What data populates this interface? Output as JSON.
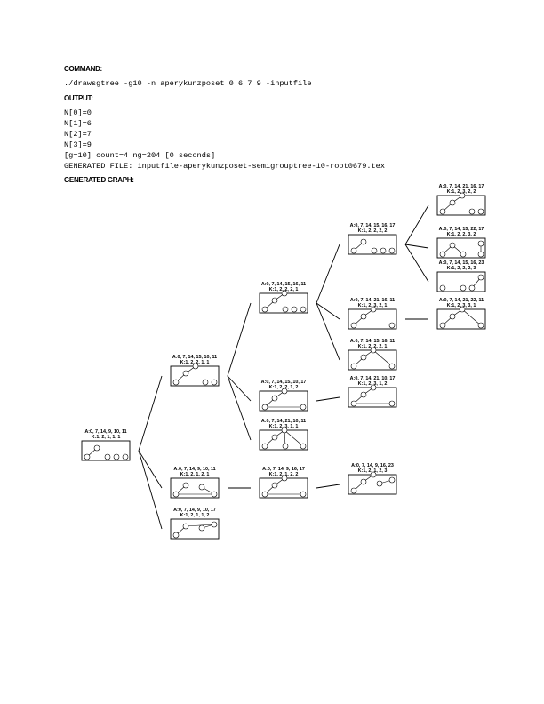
{
  "command_label": "COMMAND:",
  "command": "./drawsgtree -g10 -n aperykunzposet 0 6 7 9 -inputfile",
  "output_label": "OUTPUT:",
  "output_lines": [
    "N[0]=0",
    "N[1]=6",
    "N[2]=7",
    "N[3]=9"
  ],
  "summary_line": "[g=10] count=4 ng=204 [0 seconds]",
  "generated_file": "GENERATED FILE: inputfile-aperykunzposet-semigrouptree-10-root0679.tex",
  "graph_label": "GENERATED GRAPH:",
  "nodes": [
    {
      "id": "n0",
      "a": "A:0, 7, 14, 9, 10, 11",
      "k": "K:1, 2, 1, 1, 1"
    },
    {
      "id": "n1",
      "a": "A:0, 7, 14, 15, 10, 11",
      "k": "K:1, 2, 2, 1, 1"
    },
    {
      "id": "n2",
      "a": "A:0, 7, 14, 9, 10, 11",
      "k": "K:1, 2, 1, 2, 1"
    },
    {
      "id": "n3",
      "a": "A:0, 7, 14, 9, 10, 17",
      "k": "K:1, 2, 1, 1, 2"
    },
    {
      "id": "n4",
      "a": "A:0, 7, 14, 15, 16, 11",
      "k": "K:1, 2, 2, 2, 1"
    },
    {
      "id": "n5",
      "a": "A:0, 7, 14, 15, 10, 17",
      "k": "K:1, 2, 2, 1, 2"
    },
    {
      "id": "n6",
      "a": "A:0, 7, 14, 21, 10, 11",
      "k": "K:1, 2, 3, 1, 1"
    },
    {
      "id": "n7",
      "a": "A:0, 7, 14, 9, 16, 17",
      "k": "K:1, 2, 1, 2, 2"
    },
    {
      "id": "n8",
      "a": "A:0, 7, 14, 15, 16, 17",
      "k": "K:1, 2, 2, 2, 2"
    },
    {
      "id": "n9",
      "a": "A:0, 7, 14, 21, 16, 11",
      "k": "K:1, 2, 3, 2, 1"
    },
    {
      "id": "n10",
      "a": "A:0, 7, 14, 15, 16, 11",
      "k": "K:1, 2, 2, 2, 1"
    },
    {
      "id": "n11",
      "a": "A:0, 7, 14, 21, 10, 17",
      "k": "K:1, 2, 3, 1, 2"
    },
    {
      "id": "n12",
      "a": "A:0, 7, 14, 9, 16, 23",
      "k": "K:1, 2, 1, 2, 3"
    },
    {
      "id": "n13",
      "a": "A:0, 7, 14, 21, 16, 17",
      "k": "K:1, 2, 3, 2, 2"
    },
    {
      "id": "n14",
      "a": "A:0, 7, 14, 15, 22, 17",
      "k": "K:1, 2, 2, 3, 2"
    },
    {
      "id": "n15",
      "a": "A:0, 7, 14, 15, 16, 23",
      "k": "K:1, 2, 2, 2, 3"
    },
    {
      "id": "n16",
      "a": "A:0, 7, 14, 21, 22, 11",
      "k": "K:1, 2, 3, 3, 1"
    }
  ]
}
